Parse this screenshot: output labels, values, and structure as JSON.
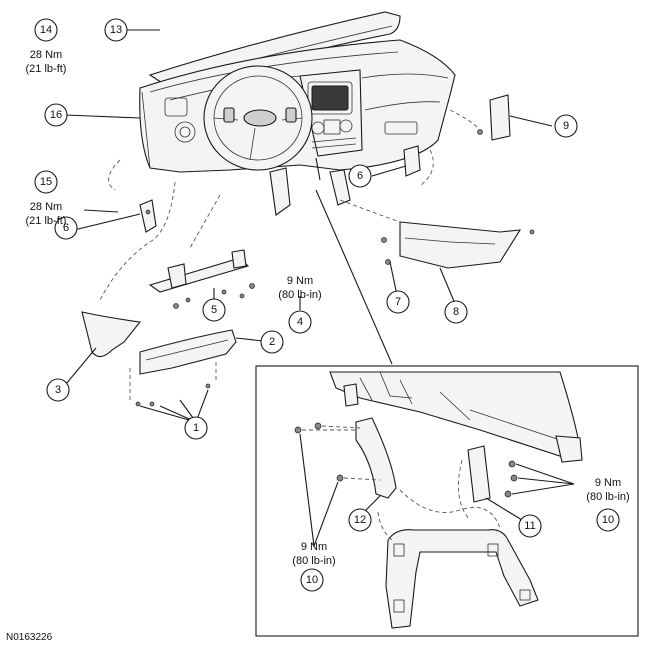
{
  "figure_id": "N0163226",
  "callouts": [
    {
      "n": "1"
    },
    {
      "n": "2"
    },
    {
      "n": "3"
    },
    {
      "n": "4"
    },
    {
      "n": "5"
    },
    {
      "n": "6"
    },
    {
      "n": "6"
    },
    {
      "n": "7"
    },
    {
      "n": "8"
    },
    {
      "n": "9"
    },
    {
      "n": "10"
    },
    {
      "n": "10"
    },
    {
      "n": "11"
    },
    {
      "n": "12"
    },
    {
      "n": "13"
    },
    {
      "n": "14"
    },
    {
      "n": "15"
    },
    {
      "n": "16"
    }
  ],
  "torques": [
    {
      "line1": "28 Nm",
      "line2": "(21 lb-ft)"
    },
    {
      "line1": "28 Nm",
      "line2": "(21 lb-ft)"
    },
    {
      "line1": "9 Nm",
      "line2": "(80 lb-in)"
    },
    {
      "line1": "9 Nm",
      "line2": "(80 lb-in)"
    },
    {
      "line1": "9 Nm",
      "line2": "(80 lb-in)"
    }
  ]
}
